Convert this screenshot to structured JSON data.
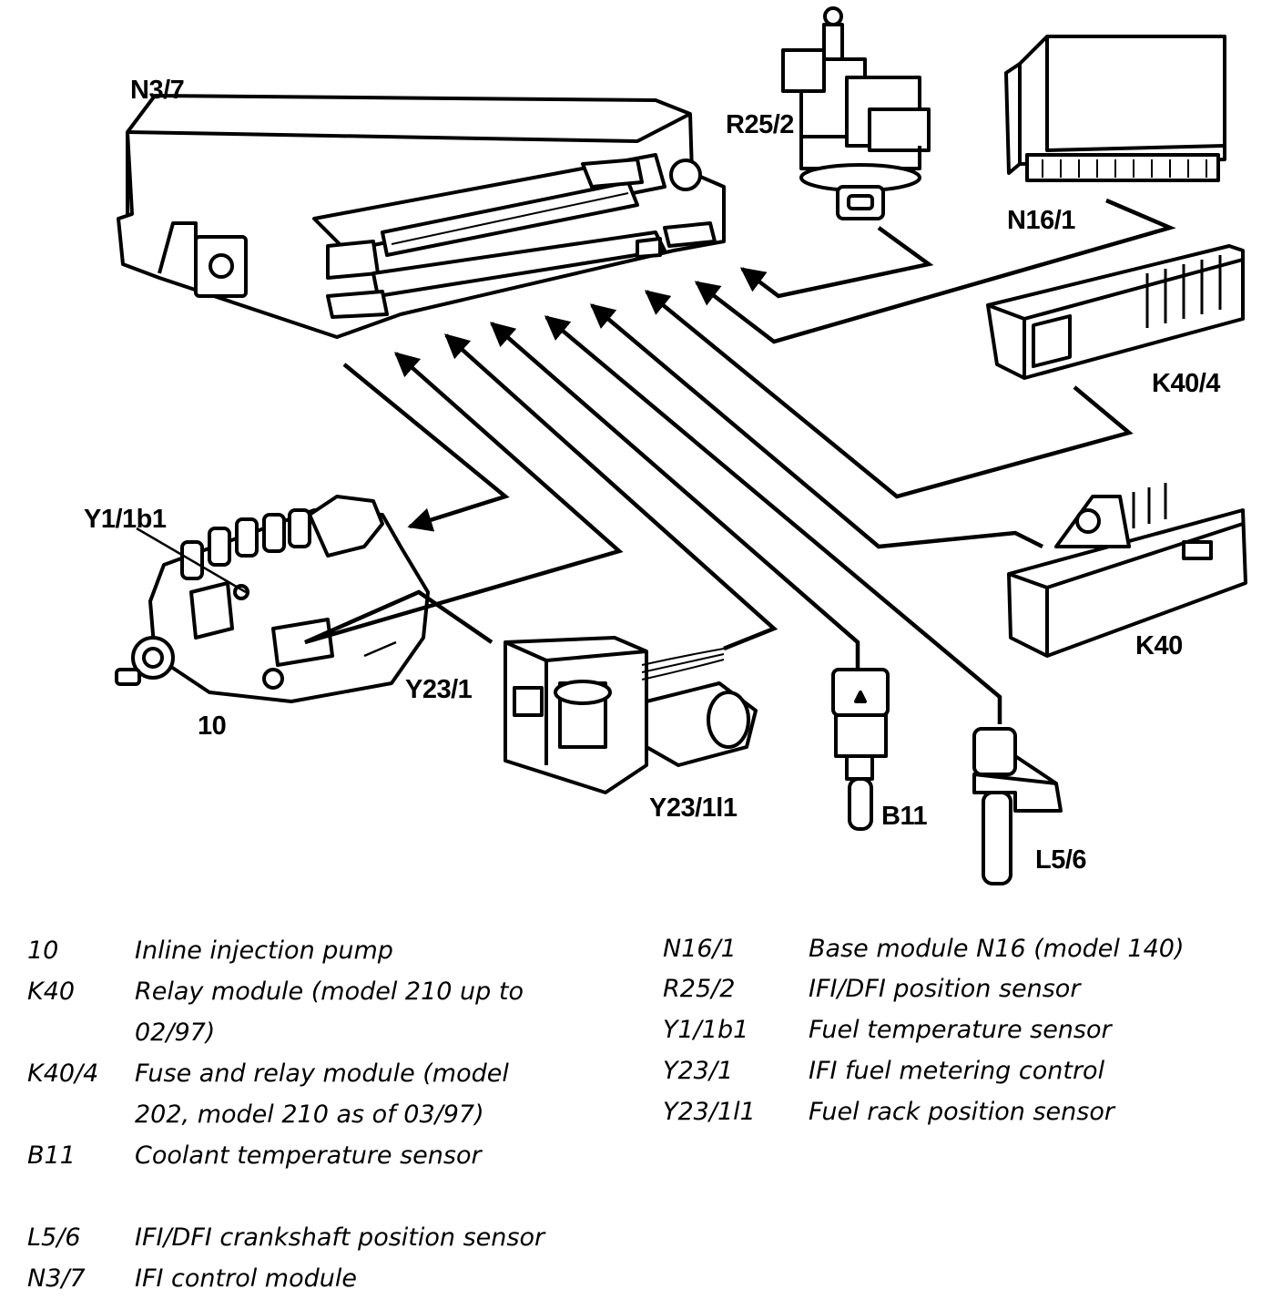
{
  "diagram": {
    "components": [
      {
        "code": "N3/7",
        "icon": "control-module-housing"
      },
      {
        "code": "R25/2",
        "icon": "position-sensor"
      },
      {
        "code": "N16/1",
        "icon": "base-module"
      },
      {
        "code": "K40/4",
        "icon": "fuse-relay-module"
      },
      {
        "code": "K40",
        "icon": "relay-module"
      },
      {
        "code": "Y1/1b1",
        "icon": "temperature-sensor"
      },
      {
        "code": "10",
        "icon": "injection-pump"
      },
      {
        "code": "Y23/1",
        "icon": "fuel-metering-actuator"
      },
      {
        "code": "Y23/1l1",
        "icon": "rack-position-sensor"
      },
      {
        "code": "B11",
        "icon": "coolant-sensor"
      },
      {
        "code": "L5/6",
        "icon": "crankshaft-sensor"
      }
    ]
  },
  "legend": {
    "left": [
      {
        "code": "10",
        "lines": [
          "Inline injection pump"
        ]
      },
      {
        "code": "K40",
        "lines": [
          "Relay module (model 210 up to",
          "02/97)"
        ]
      },
      {
        "code": "K40/4",
        "lines": [
          "Fuse and relay module (model",
          "202, model 210 as of 03/97)"
        ]
      },
      {
        "code": "B11",
        "lines": [
          "Coolant temperature sensor"
        ]
      },
      {
        "code": "L5/6",
        "lines": [
          "IFI/DFI crankshaft position sensor"
        ]
      },
      {
        "code": "N3/7",
        "lines": [
          "IFI control module"
        ]
      }
    ],
    "right": [
      {
        "code": "N16/1",
        "lines": [
          "Base module N16 (model 140)"
        ]
      },
      {
        "code": "R25/2",
        "lines": [
          "IFI/DFI position sensor"
        ]
      },
      {
        "code": "Y1/1b1",
        "lines": [
          "Fuel temperature sensor"
        ]
      },
      {
        "code": "Y23/1",
        "lines": [
          "IFI fuel metering control"
        ]
      },
      {
        "code": "Y23/1l1",
        "lines": [
          "Fuel rack position sensor"
        ]
      }
    ]
  }
}
